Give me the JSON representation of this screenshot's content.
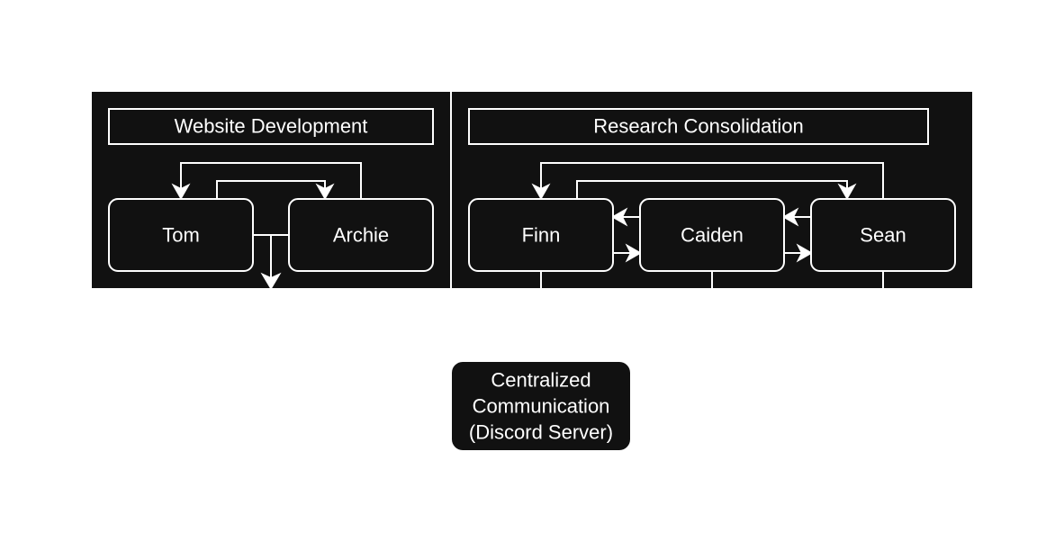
{
  "colors": {
    "background": "#ffffff",
    "panel_fill": "#111111",
    "stroke": "#ffffff",
    "text": "#ffffff"
  },
  "groups": {
    "website": {
      "title": "Website Development"
    },
    "research": {
      "title": "Research Consolidation"
    }
  },
  "members": {
    "tom": "Tom",
    "archie": "Archie",
    "finn": "Finn",
    "caiden": "Caiden",
    "sean": "Sean"
  },
  "hub": {
    "line1": "Centralized",
    "line2": "Communication",
    "line3": "(Discord Server)"
  }
}
